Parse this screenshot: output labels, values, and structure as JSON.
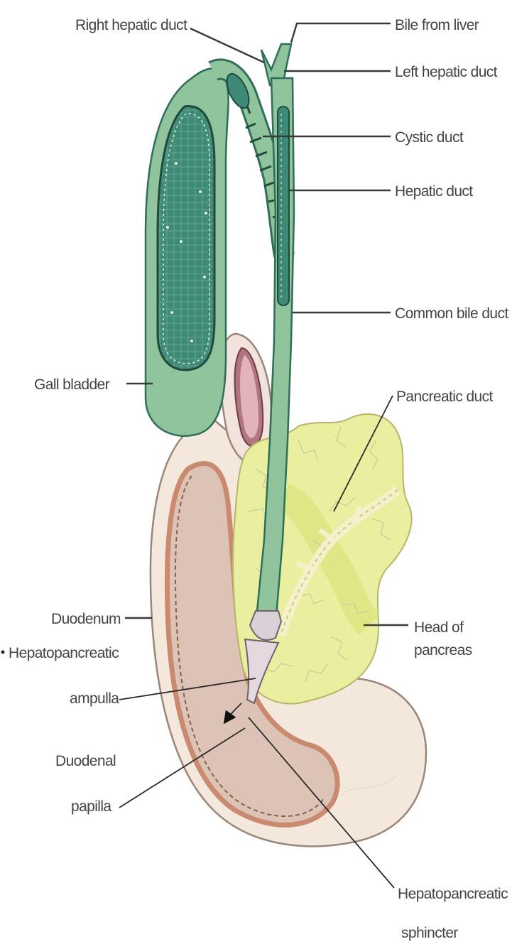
{
  "labels": {
    "right_hepatic_duct": "Right hepatic duct",
    "bile_from_liver": "Bile from liver",
    "left_hepatic_duct": "Left hepatic duct",
    "cystic_duct": "Cystic duct",
    "hepatic_duct": "Hepatic duct",
    "common_bile_duct": "Common bile duct",
    "gall_bladder": "Gall bladder",
    "pancreatic_duct": "Pancreatic duct",
    "duodenum": "Duodenum",
    "head_of_pancreas_line1": "Head of",
    "head_of_pancreas_line2": "pancreas",
    "hepatopancreatic_ampulla_line1": "Hepatopancreatic",
    "hepatopancreatic_ampulla_line2": "ampulla",
    "duodenal_papilla_line1": "Duodenal",
    "duodenal_papilla_line2": "papilla",
    "hepatopancreatic_sphincter_line1": "Hepatopancreatic",
    "hepatopancreatic_sphincter_line2": "sphincter"
  },
  "colors": {
    "bile_green": "#8fc49c",
    "bile_green_dark": "#2f6e57",
    "mucosa_teal": "#3f8a76",
    "pancreas_yellow": "#e9ef9e",
    "duodenum_cream": "#f4e8dc",
    "duodenal_lumen": "#dcc3b6",
    "duodenal_wall": "#c98a70",
    "stomach_pink": "#e2b3b8"
  }
}
